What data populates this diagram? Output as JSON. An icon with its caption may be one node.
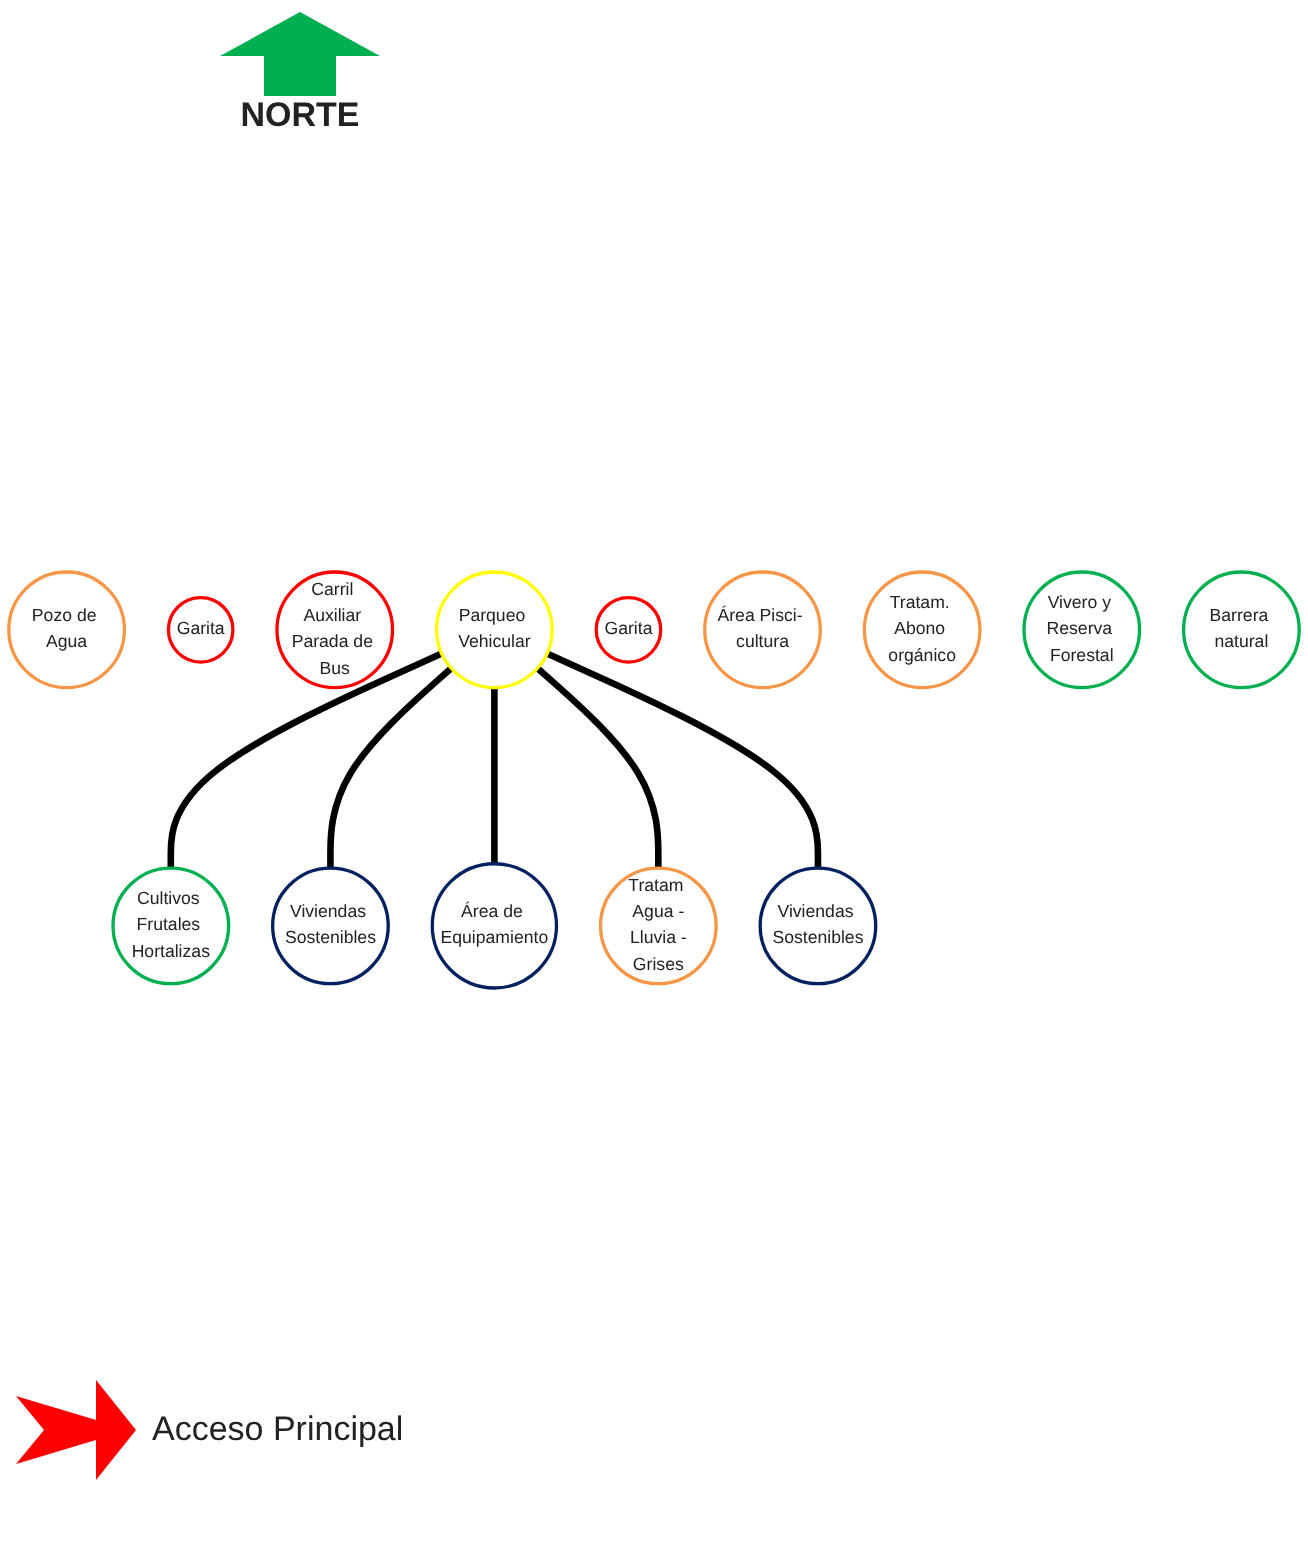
{
  "diagram": {
    "nodes": [
      {
        "text": [
          "Cultivos Frutales Hortalizas"
        ]
      },
      {
        "text": [
          "Pozo de Agua"
        ]
      },
      {
        "text": [
          "Garita"
        ]
      },
      {
        "text": [
          "Viviendas Sostenibles"
        ]
      },
      {
        "text": [
          "Carril Auxiliar Parada de Bus"
        ]
      },
      {
        "text": [
          "Parqueo Vehicular"
        ]
      },
      {
        "text": [
          "Área de Equipamiento"
        ]
      },
      {
        "text": [
          "Tratam Agua -Lluvia -Grises"
        ]
      },
      {
        "text": [
          "Garita"
        ]
      },
      {
        "text": [
          "Viviendas Sostenibles"
        ]
      },
      {
        "text": [
          "Área Pisci- cultura"
        ]
      },
      {
        "text": [
          "Tratam. Abono orgánico"
        ]
      },
      {
        "text": [
          "Vivero y Reserva Forestal"
        ]
      },
      {
        "text": [
          "Barrera natural"
        ]
      }
    ],
    "edges": [
      {
        "from": 5,
        "to": 0,
        "arrow": "none"
      },
      {
        "from": 5,
        "to": 3,
        "arrow": "none"
      },
      {
        "from": 5,
        "to": 6,
        "arrow": "none"
      },
      {
        "from": 5,
        "to": 7,
        "arrow": "none"
      },
      {
        "from": 5,
        "to": 9,
        "arrow": "none"
      }
    ],
    "labels": [
      "NORTE",
      "Acceso Principal"
    ]
  }
}
